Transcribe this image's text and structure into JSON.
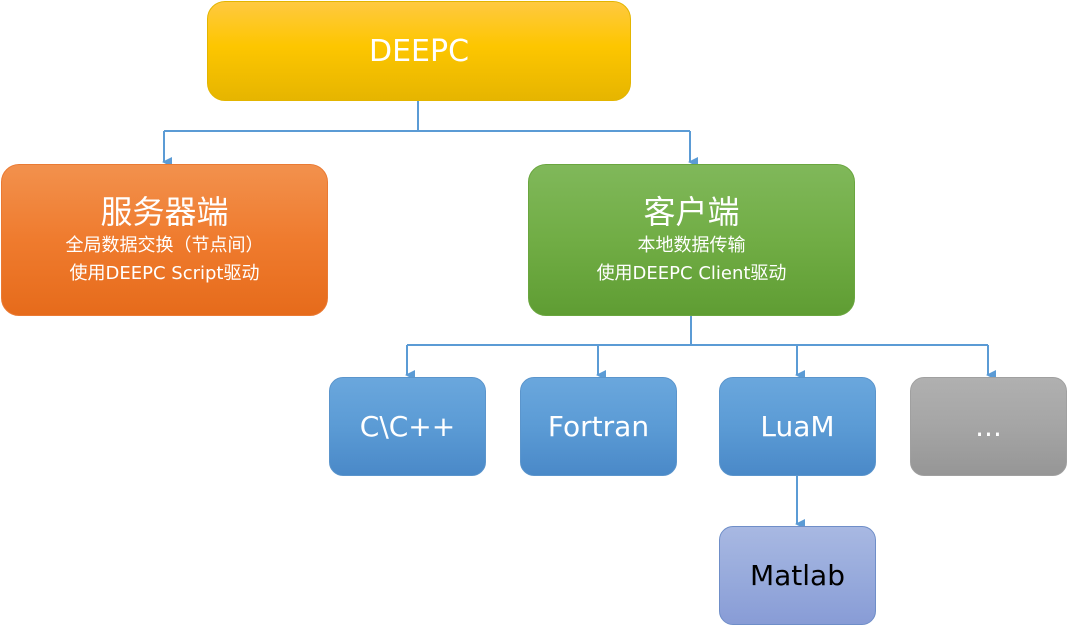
{
  "diagram": {
    "root": {
      "label": "DEEPC"
    },
    "server": {
      "title": "服务器端",
      "line1": "全局数据交换（节点间）",
      "line2": "使用DEEPC Script驱动"
    },
    "client": {
      "title": "客户端",
      "line1": "本地数据传输",
      "line2": "使用DEEPC Client驱动"
    },
    "languages": [
      {
        "label": "C\\C++"
      },
      {
        "label": "Fortran"
      },
      {
        "label": "LuaM"
      },
      {
        "label": "..."
      }
    ],
    "luam_child": {
      "label": "Matlab"
    },
    "colors": {
      "root": "#FFC000",
      "server": "#ED7D31",
      "client": "#70AD47",
      "language": "#5B9BD5",
      "more": "#A5A5A5",
      "matlab": "#98ABDC",
      "connector": "#5B9BD5"
    },
    "edges": [
      [
        "DEEPC",
        "服务器端"
      ],
      [
        "DEEPC",
        "客户端"
      ],
      [
        "客户端",
        "C\\C++"
      ],
      [
        "客户端",
        "Fortran"
      ],
      [
        "客户端",
        "LuaM"
      ],
      [
        "客户端",
        "..."
      ],
      [
        "LuaM",
        "Matlab"
      ]
    ]
  }
}
